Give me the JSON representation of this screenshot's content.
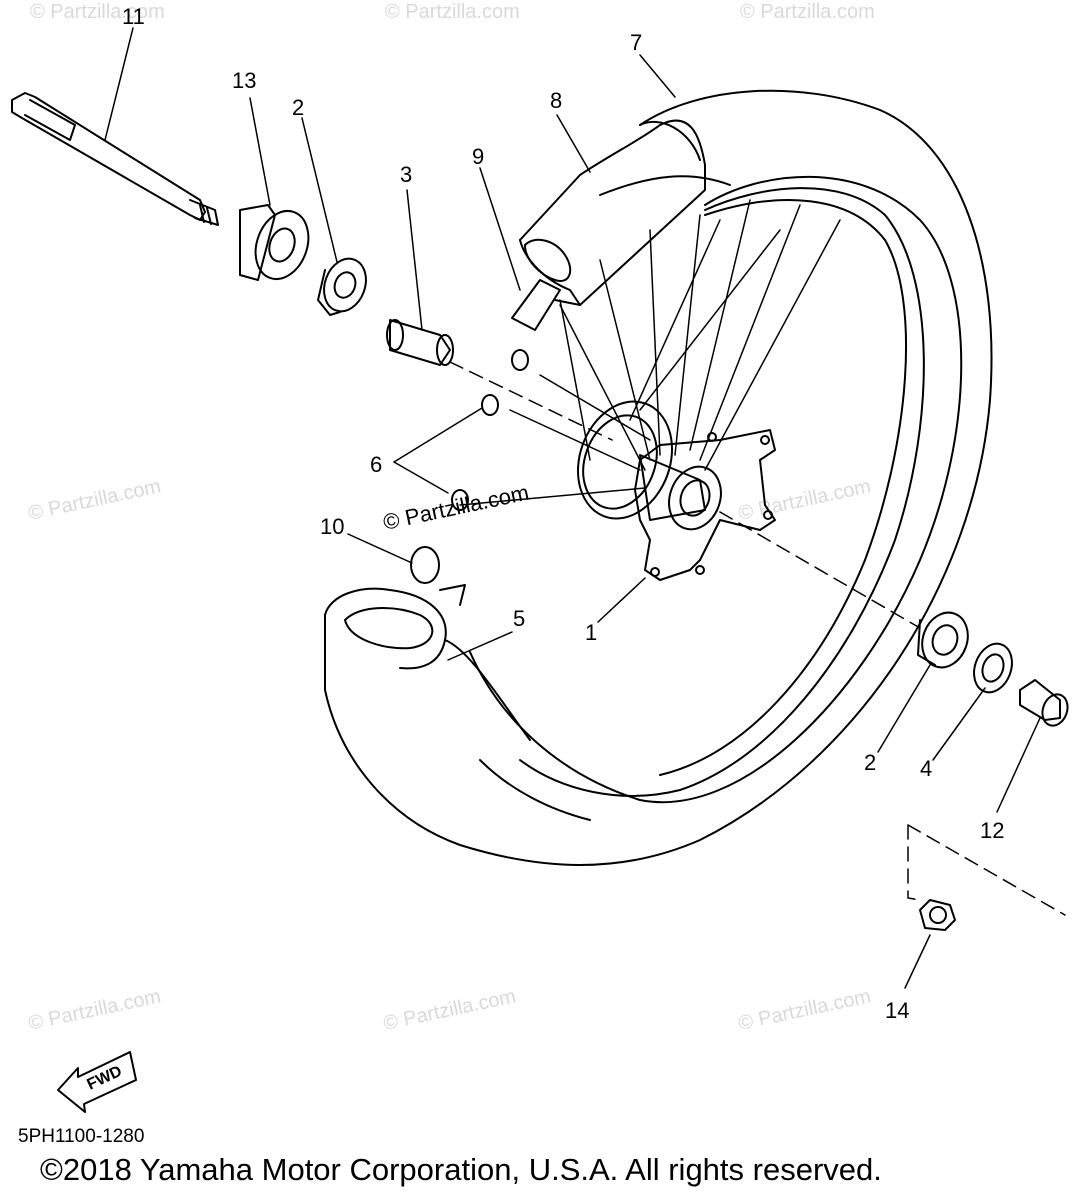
{
  "callouts": [
    "11",
    "13",
    "2",
    "3",
    "9",
    "8",
    "7",
    "6",
    "10",
    "5",
    "1",
    "2",
    "4",
    "12",
    "14"
  ],
  "watermark": "© Partzilla.com",
  "center_watermark": "© Partzilla.com",
  "fwd_label": "FWD",
  "diagram_code": "5PH1100-1280",
  "copyright": "©2018  Yamaha Motor Corporation, U.S.A. All rights reserved.",
  "icons": [
    "forward-arrow-icon"
  ]
}
